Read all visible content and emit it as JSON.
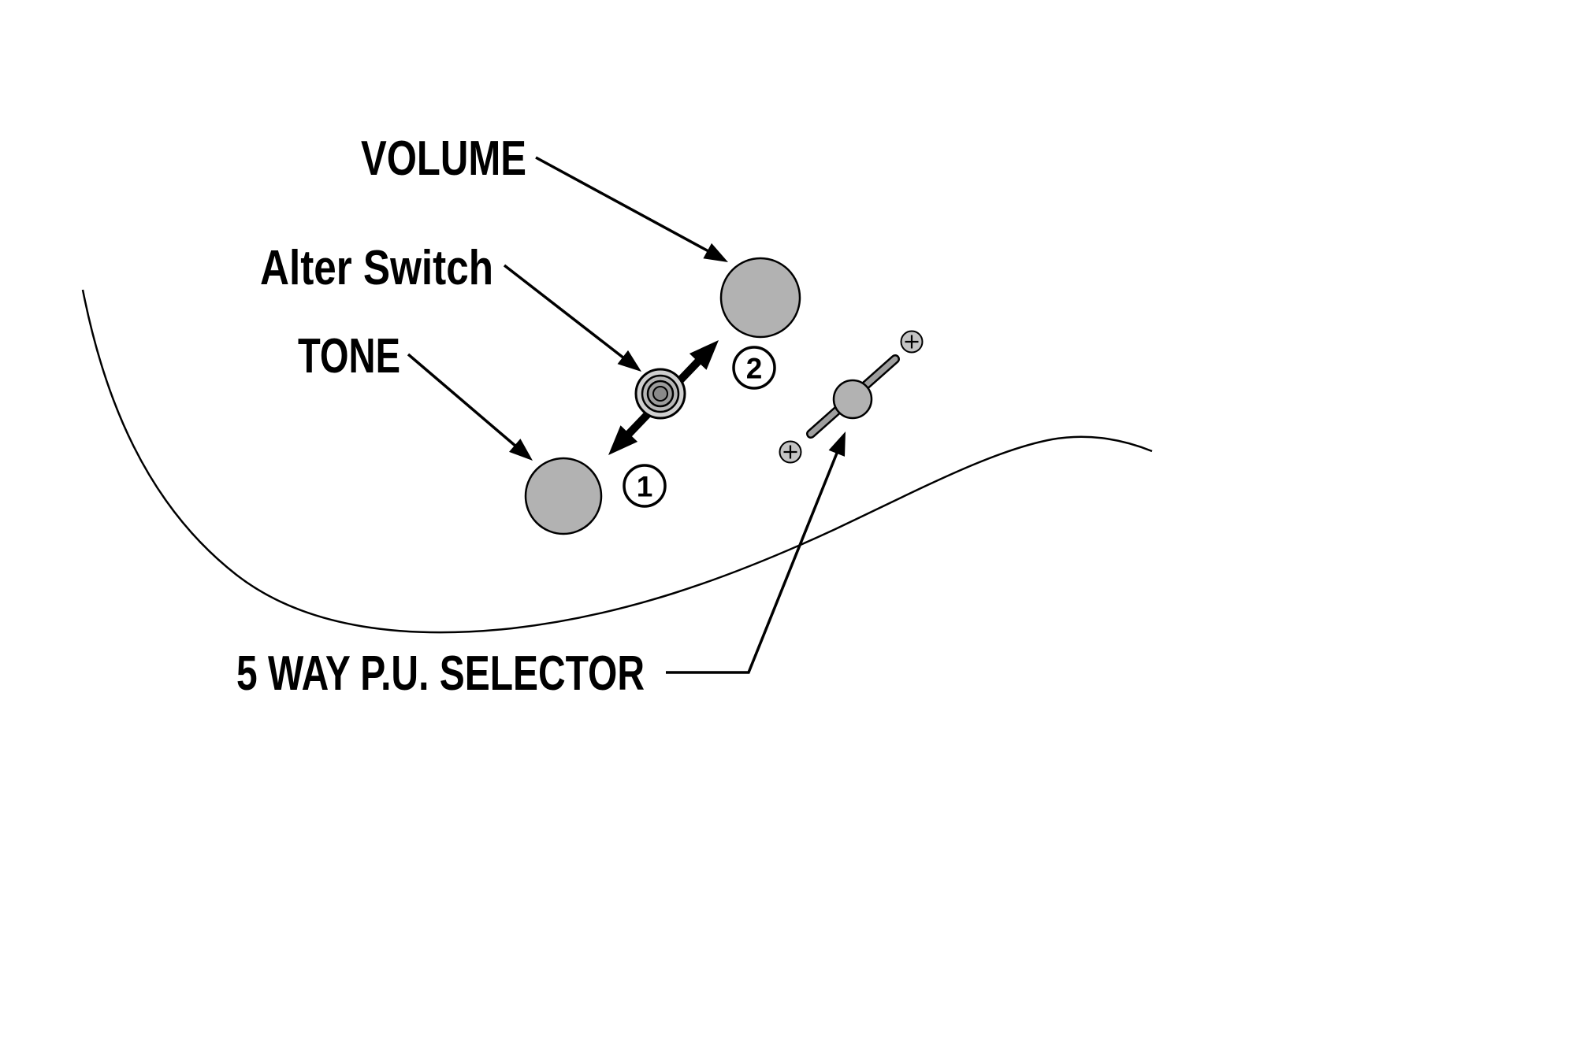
{
  "labels": {
    "volume": "VOLUME",
    "alter_switch": "Alter Switch",
    "tone": "TONE",
    "selector": "5 WAY P.U. SELECTOR"
  },
  "position_badges": {
    "one": "1",
    "two": "2"
  },
  "colors": {
    "background": "#ffffff",
    "outline": "#000000",
    "knob_fill": "#b2b2b2",
    "switch_ring_fill": "#c8c8c8",
    "lever_fill": "#9e9e9e"
  }
}
